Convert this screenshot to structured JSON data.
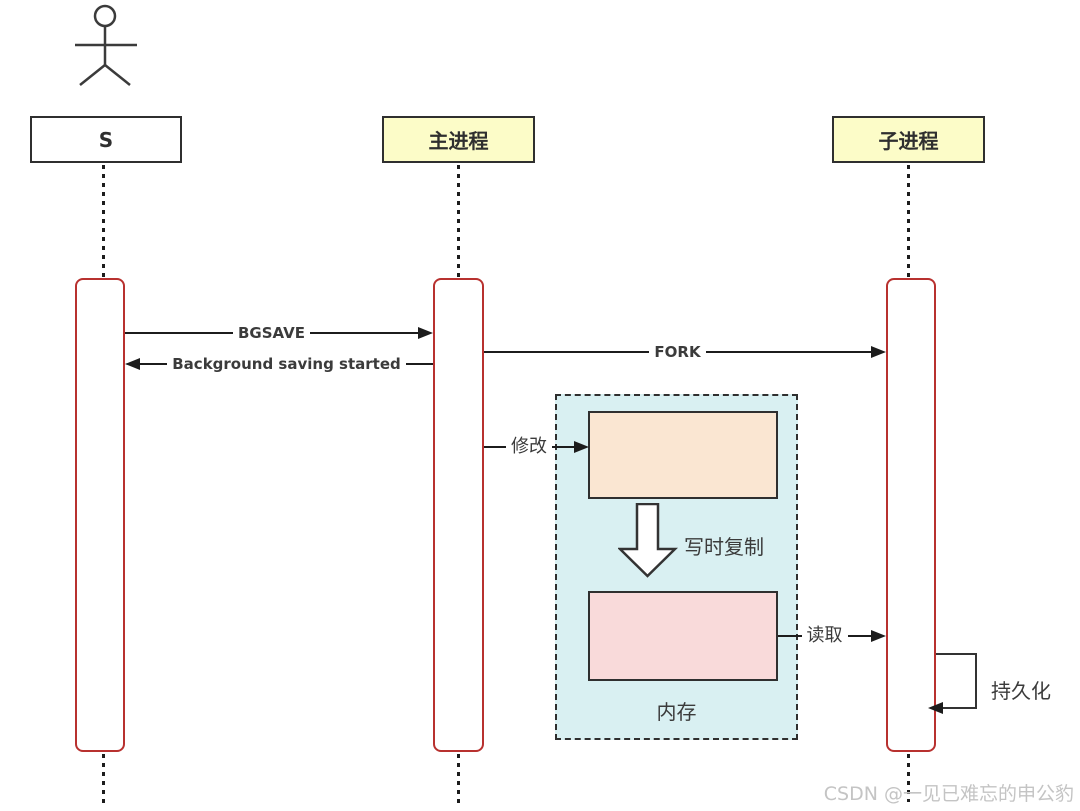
{
  "participants": [
    {
      "label": "S",
      "kind": "actor"
    },
    {
      "label": "主进程",
      "kind": "process"
    },
    {
      "label": "子进程",
      "kind": "process"
    }
  ],
  "messages": [
    {
      "label": "BGSAVE",
      "from": "S",
      "to": "主进程",
      "direction": "right"
    },
    {
      "label": "Background saving started",
      "from": "主进程",
      "to": "S",
      "direction": "left"
    },
    {
      "label": "FORK",
      "from": "主进程",
      "to": "子进程",
      "direction": "right"
    },
    {
      "label": "修改",
      "from": "主进程",
      "to": "内存原始块",
      "direction": "right"
    },
    {
      "label": "写时复制",
      "kind": "copy-on-write-block-arrow",
      "direction": "down"
    },
    {
      "label": "读取",
      "from": "内存副本块",
      "to": "子进程",
      "direction": "right"
    },
    {
      "label": "持久化",
      "from": "子进程",
      "to": "子进程",
      "kind": "self-loop"
    }
  ],
  "memory_region": {
    "label": "内存"
  },
  "colors": {
    "participant_fill": "#fcfcc8",
    "activation_border": "#b8312f",
    "memory_region_fill": "#d9f0f2",
    "original_block_fill": "#fae6d2",
    "copied_block_fill": "#f9dada",
    "line_color": "#1c1c1c",
    "watermark_color": "#c4c4c4"
  },
  "watermark": "CSDN @一见已难忘的申公豹"
}
